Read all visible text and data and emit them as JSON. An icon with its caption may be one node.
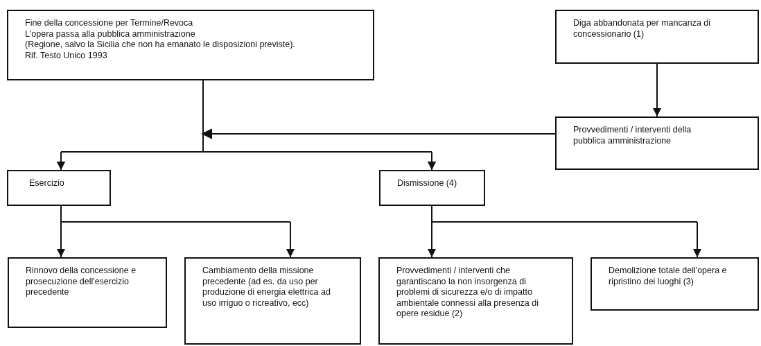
{
  "diagram": {
    "nodes": [
      {
        "text": [
          "Fine della concessione per Termine/Revoca",
          "L'opera passa alla pubblica amministrazione",
          "(Regione, salvo la Sicilia che non ha emanato le disposizioni previste).",
          "Rif. Testo Unico 1993"
        ]
      },
      {
        "text": [
          "Diga abbandonata per mancanza di concessionario (1)"
        ]
      },
      {
        "text": [
          "Provvedimenti / interventi della pubblica amministrazione"
        ]
      },
      {
        "text": [
          "Esercizio"
        ]
      },
      {
        "text": [
          "Dismissione (4)"
        ]
      },
      {
        "text": [
          "Rinnovo della concessione e prosecuzione dell'esercizio precedente"
        ]
      },
      {
        "text": [
          "Cambiamento della missione precedente (ad es. da uso per produzione di energia elettrica ad uso irriguo o ricreativo, ecc)"
        ]
      },
      {
        "text": [
          "Provvedimenti / interventi che garantiscano la non insorgenza di problemi di sicurezza e/o di impatto ambientale connessi alla presenza di opere residue (2)"
        ]
      },
      {
        "text": [
          "Demolizione totale dell'opera e ripristino dei luoghi (3)"
        ]
      }
    ],
    "edges": [
      {
        "from": 1,
        "to": 2,
        "arrow": "to"
      },
      {
        "from": 0,
        "to": 3,
        "arrow": "to"
      },
      {
        "from": 0,
        "to": 4,
        "arrow": "to"
      },
      {
        "from": 2,
        "to": 3,
        "arrow": "to"
      },
      {
        "from": 2,
        "to": 4,
        "arrow": "to"
      },
      {
        "from": 3,
        "to": 5,
        "arrow": "to"
      },
      {
        "from": 3,
        "to": 6,
        "arrow": "to"
      },
      {
        "from": 4,
        "to": 7,
        "arrow": "to"
      },
      {
        "from": 4,
        "to": 8,
        "arrow": "to"
      }
    ]
  }
}
